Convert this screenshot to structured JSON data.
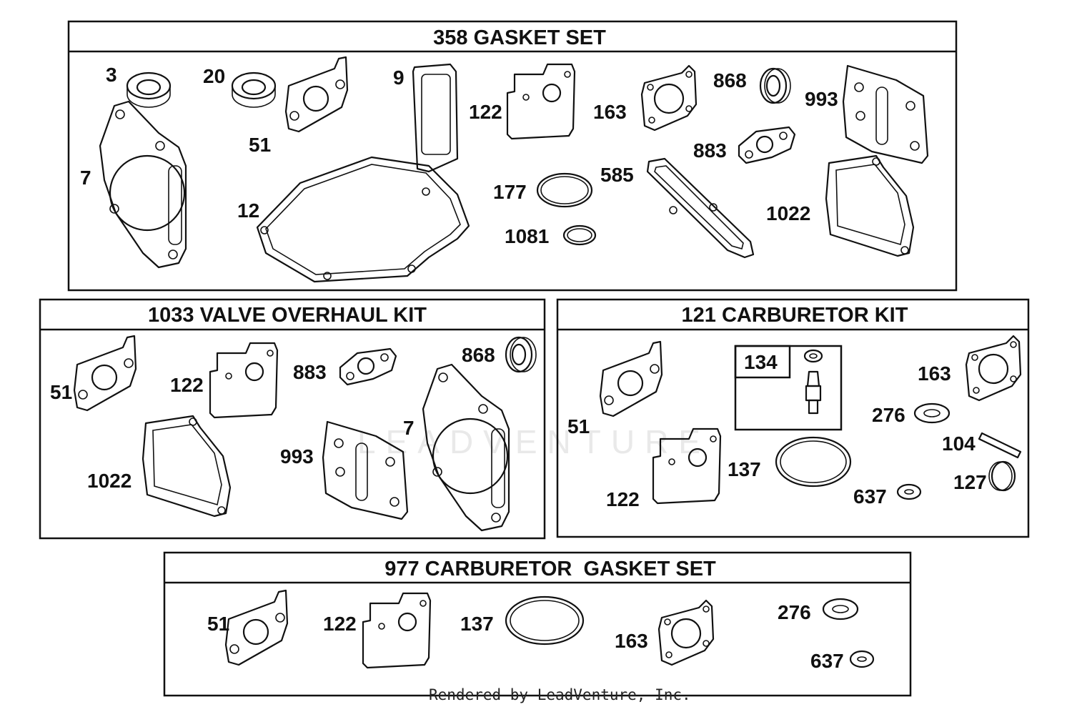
{
  "sections": {
    "gasket_set": {
      "title": "358 GASKET SET",
      "labels": [
        "3",
        "20",
        "9",
        "122",
        "163",
        "868",
        "993",
        "51",
        "7",
        "12",
        "177",
        "585",
        "883",
        "1022",
        "1081"
      ]
    },
    "valve_kit": {
      "title": "1033 VALVE OVERHAUL KIT",
      "labels": [
        "51",
        "122",
        "883",
        "868",
        "7",
        "993",
        "1022"
      ]
    },
    "carb_kit": {
      "title": "121 CARBURETOR KIT",
      "labels": [
        "134",
        "163",
        "276",
        "51",
        "104",
        "137",
        "127",
        "637",
        "122"
      ]
    },
    "carb_gasket": {
      "title": "977 CARBURETOR  GASKET SET",
      "labels": [
        "51",
        "122",
        "137",
        "163",
        "276",
        "637"
      ]
    }
  },
  "watermark": "LEADVENTURE",
  "credit": "Rendered by LeadVenture, Inc."
}
